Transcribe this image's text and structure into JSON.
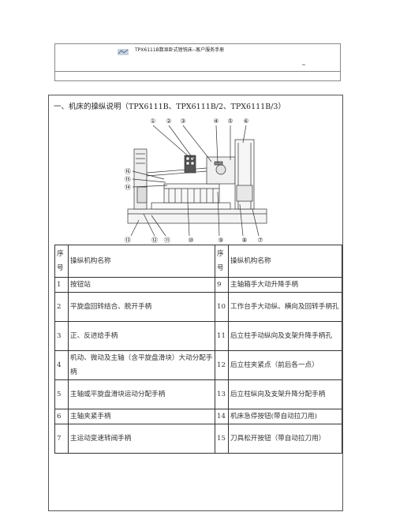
{
  "banner": {
    "title": "TPX6111B数显卧式镗铣床--客户服务手册",
    "sub_line_1": "",
    "sub_line_2": "",
    "tag": ""
  },
  "heading": "一、机床的操纵说明（TPX6111B、TPX6111B/2、TPX6111B/3）",
  "figure": {
    "top_labels": [
      "①",
      "②",
      "③",
      "④",
      "⑤",
      "⑥"
    ],
    "left_labels": [
      "⑯",
      "⑮",
      "⑭"
    ],
    "bottom_labels": [
      "⑬",
      "⑫",
      "⑪",
      "⑩",
      "⑨",
      "⑧",
      "⑦"
    ]
  },
  "table": {
    "headers": {
      "num_left": "序号",
      "name_left": "操纵机构名称",
      "num_right": "序号",
      "name_right": "操纵机构名称"
    },
    "rows": [
      {
        "n1": "1",
        "t1": "按钮站",
        "n2": "9",
        "t2": "主轴箱手大动升降手柄"
      },
      {
        "n1": "2",
        "t1": "平旋盘回转结合、脱开手柄",
        "n2": "10",
        "t2": "工作台手大动纵、横向及回转手柄孔"
      },
      {
        "n1": "3",
        "t1": "正、反进给手柄",
        "n2": "11",
        "t2": "后立柱手动纵向及支架升降手柄孔"
      },
      {
        "n1": "4",
        "t1": "机动、微动及主轴（含平旋盘滑块）大动分配手柄",
        "n2": "12",
        "t2": "后立柱夹紧点（前后各一点）"
      },
      {
        "n1": "5",
        "t1": "主轴或平旋盘滑块运动分配手柄",
        "n2": "13",
        "t2": "后立柱纵向及支架升降分配手柄"
      },
      {
        "n1": "6",
        "t1": "主轴夹紧手柄",
        "n2": "14",
        "t2": "机床急停按钮(带自动拉刀用)"
      },
      {
        "n1": "7",
        "t1": "主运动变速转阀手柄",
        "n2": "15",
        "t2": "刀具松开按钮（带自动拉刀用）"
      }
    ]
  }
}
